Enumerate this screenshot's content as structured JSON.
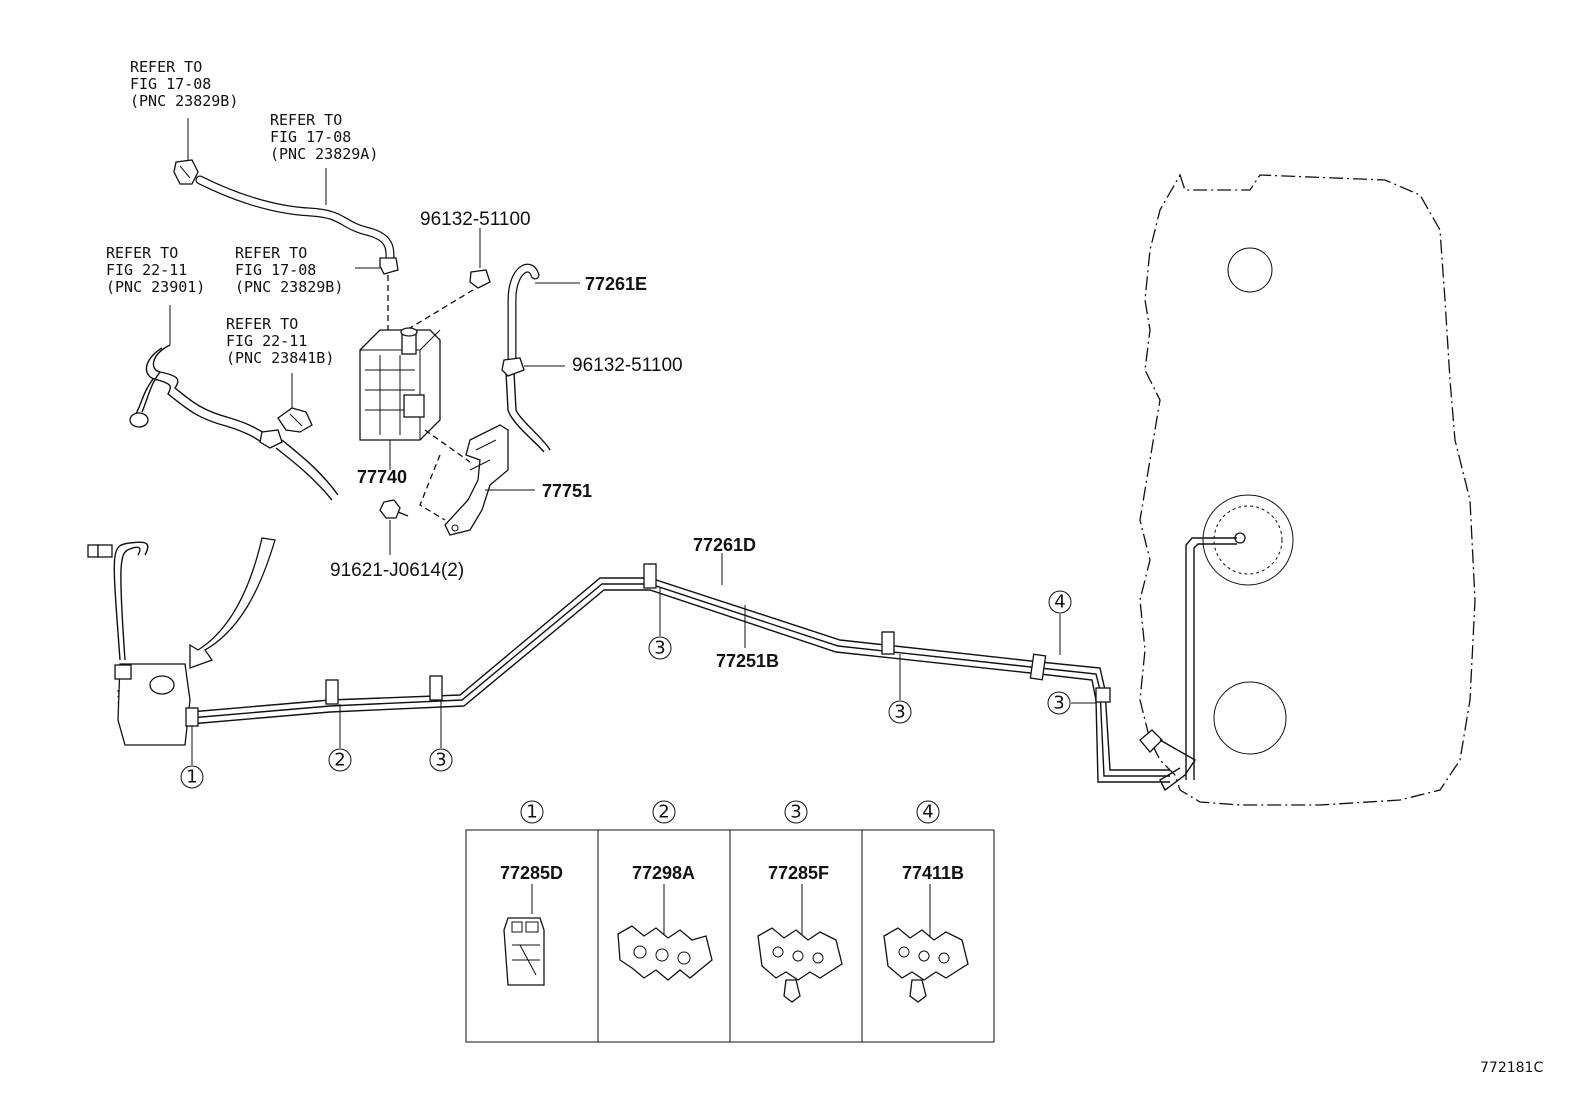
{
  "refs": {
    "ref1": [
      "REFER TO",
      "FIG 17-08",
      "(PNC 23829B)"
    ],
    "ref2": [
      "REFER TO",
      "FIG 17-08",
      "(PNC 23829A)"
    ],
    "ref3": [
      "REFER TO",
      "FIG 22-11",
      "(PNC 23901)"
    ],
    "ref4": [
      "REFER TO",
      "FIG 17-08",
      "(PNC 23829B)"
    ],
    "ref5": [
      "REFER TO",
      "FIG 22-11",
      "(PNC 23841B)"
    ]
  },
  "parts": {
    "clamp_top": "96132-51100",
    "hose_top": "77261E",
    "clamp_right": "96132-51100",
    "canister": "77740",
    "bracket": "77751",
    "bolt": "91621-J0614(2)",
    "tube_upper": "77261D",
    "tube_lower": "77251B"
  },
  "callouts": [
    "1",
    "2",
    "3",
    "4"
  ],
  "legend": [
    {
      "num": "1",
      "part": "77285D"
    },
    {
      "num": "2",
      "part": "77298A"
    },
    {
      "num": "3",
      "part": "77285F"
    },
    {
      "num": "4",
      "part": "77411B"
    }
  ],
  "figure_id": "772181C"
}
